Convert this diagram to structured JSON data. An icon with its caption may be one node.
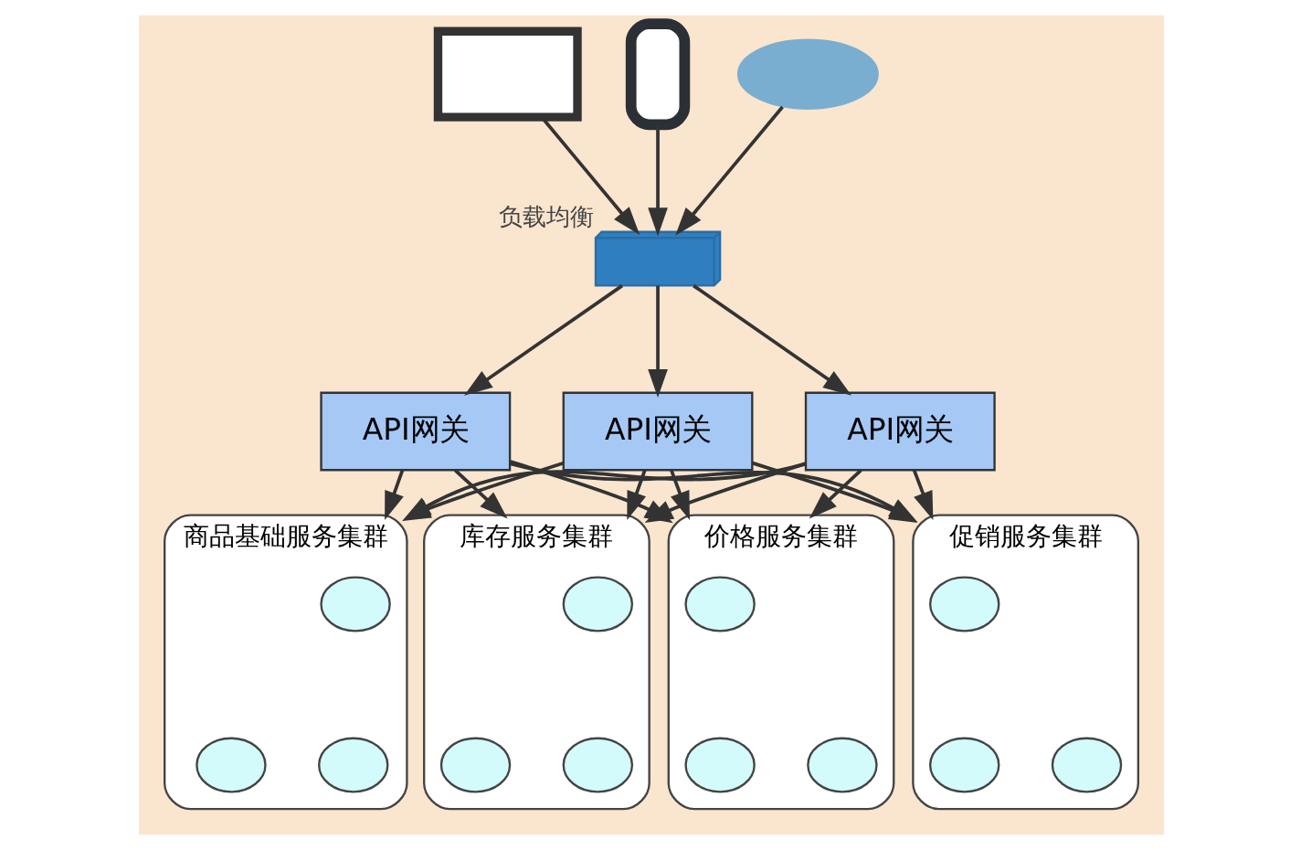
{
  "diagram": {
    "nodes": [
      {
        "text": [],
        "shape": "computer"
      },
      {
        "text": [],
        "shape": "phone"
      },
      {
        "text": [],
        "shape": "cloud"
      },
      {
        "text": [],
        "shape": "switch",
        "beside": [
          "负载均衡"
        ]
      },
      {
        "text": [
          "API网关"
        ]
      },
      {
        "text": [
          "API网关"
        ]
      },
      {
        "text": [
          "API网关"
        ]
      },
      {
        "text": [
          "商品基础服务集群"
        ]
      },
      {
        "text": [],
        "shape": "circle",
        "in": 7
      },
      {
        "text": [],
        "shape": "circle",
        "in": 7
      },
      {
        "text": [],
        "shape": "circle",
        "in": 7
      },
      {
        "text": [
          "库存服务集群"
        ]
      },
      {
        "text": [],
        "shape": "circle",
        "in": 11
      },
      {
        "text": [],
        "shape": "circle",
        "in": 11
      },
      {
        "text": [],
        "shape": "circle",
        "in": 11
      },
      {
        "text": [
          "价格服务集群"
        ]
      },
      {
        "text": [],
        "shape": "circle",
        "in": 15
      },
      {
        "text": [],
        "shape": "circle",
        "in": 15
      },
      {
        "text": [],
        "shape": "circle",
        "in": 15
      },
      {
        "text": [
          "促销服务集群"
        ]
      },
      {
        "text": [],
        "shape": "circle",
        "in": 19
      },
      {
        "text": [],
        "shape": "circle",
        "in": 19
      },
      {
        "text": [],
        "shape": "circle",
        "in": 19
      }
    ],
    "edges": [
      {
        "from": 0,
        "to": 3,
        "arrow": "to"
      },
      {
        "from": 1,
        "to": 3,
        "arrow": "to"
      },
      {
        "from": 2,
        "to": 3,
        "arrow": "to"
      },
      {
        "from": 3,
        "to": 4,
        "arrow": "to"
      },
      {
        "from": 3,
        "to": 5,
        "arrow": "to"
      },
      {
        "from": 3,
        "to": 6,
        "arrow": "to"
      },
      {
        "from": 4,
        "to": 7,
        "arrow": "to"
      },
      {
        "from": 4,
        "to": 11,
        "arrow": "to"
      },
      {
        "from": 4,
        "to": 15,
        "arrow": "to"
      },
      {
        "from": 4,
        "to": 19,
        "arrow": "to"
      },
      {
        "from": 5,
        "to": 7,
        "arrow": "to"
      },
      {
        "from": 5,
        "to": 11,
        "arrow": "to"
      },
      {
        "from": 5,
        "to": 15,
        "arrow": "to"
      },
      {
        "from": 5,
        "to": 19,
        "arrow": "to"
      },
      {
        "from": 6,
        "to": 7,
        "arrow": "to"
      },
      {
        "from": 6,
        "to": 11,
        "arrow": "to"
      },
      {
        "from": 6,
        "to": 15,
        "arrow": "to"
      },
      {
        "from": 6,
        "to": 19,
        "arrow": "to"
      }
    ]
  }
}
